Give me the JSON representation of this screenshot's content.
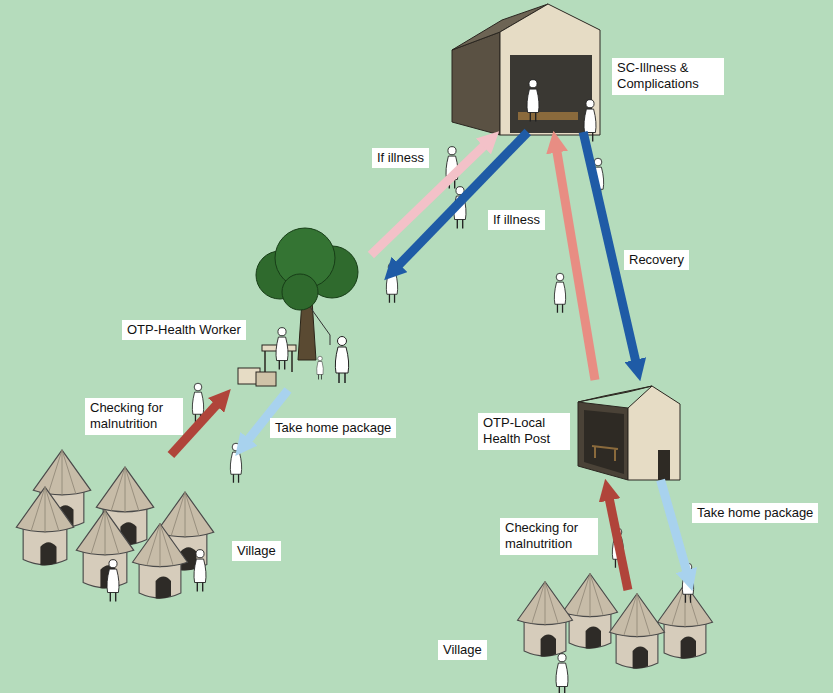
{
  "diagram": {
    "nodes": [
      {
        "text": [
          "SC-Illness & Complications"
        ]
      },
      {
        "text": [
          "OTP-Health Worker"
        ]
      },
      {
        "text": [
          "OTP-Local Health Post"
        ]
      },
      {
        "text": [
          "Village"
        ]
      },
      {
        "text": [
          "Village"
        ]
      }
    ],
    "edges": [
      {
        "from": 1,
        "to": 0,
        "arrow": "to",
        "label": "If illness"
      },
      {
        "from": 0,
        "to": 1,
        "arrow": "to"
      },
      {
        "from": 2,
        "to": 0,
        "arrow": "to",
        "label": "If illness"
      },
      {
        "from": 0,
        "to": 2,
        "arrow": "to",
        "label": "Recovery"
      },
      {
        "from": 3,
        "to": 1,
        "arrow": "to",
        "label": "Checking for malnutrition"
      },
      {
        "from": 1,
        "to": 3,
        "arrow": "to",
        "label": "Take home package"
      },
      {
        "from": 4,
        "to": 2,
        "arrow": "to",
        "label": "Checking for malnutrition"
      },
      {
        "from": 2,
        "to": 4,
        "arrow": "to",
        "label": "Take home package"
      }
    ]
  }
}
